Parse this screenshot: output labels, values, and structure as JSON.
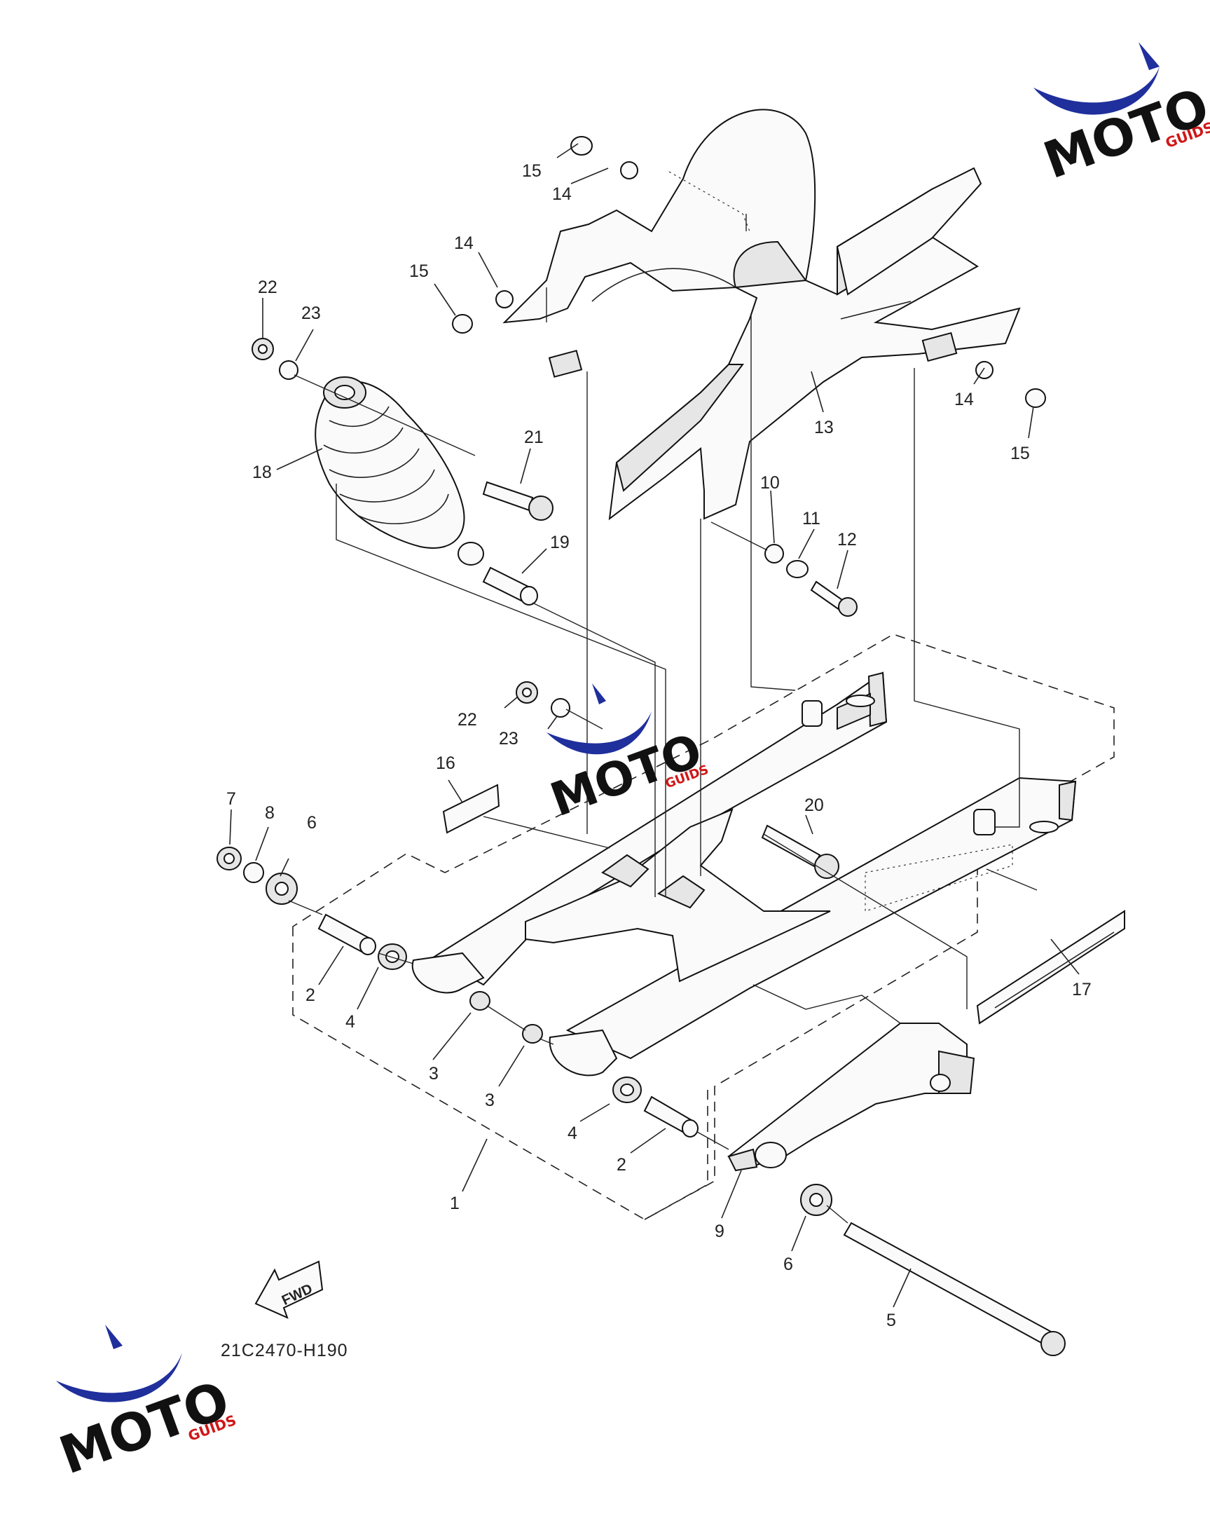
{
  "diagram_code": "21C2470-H190",
  "fwd_label": "FWD",
  "watermark": {
    "brand": "MOTO",
    "suffix": "GUIDS",
    "brand_blue": "#1f2f9c",
    "brand_red": "#d01717"
  },
  "callouts": {
    "c1": "1",
    "c2a": "2",
    "c2b": "2",
    "c3a": "3",
    "c3b": "3",
    "c4a": "4",
    "c4b": "4",
    "c5": "5",
    "c6a": "6",
    "c6b": "6",
    "c7": "7",
    "c8": "8",
    "c9": "9",
    "c10": "10",
    "c11": "11",
    "c12": "12",
    "c13": "13",
    "c14a": "14",
    "c14b": "14",
    "c14c": "14",
    "c15a": "15",
    "c15b": "15",
    "c15c": "15",
    "c16": "16",
    "c17": "17",
    "c18": "18",
    "c19": "19",
    "c20": "20",
    "c21": "21",
    "c22a": "22",
    "c22b": "22",
    "c23a": "23",
    "c23b": "23"
  }
}
